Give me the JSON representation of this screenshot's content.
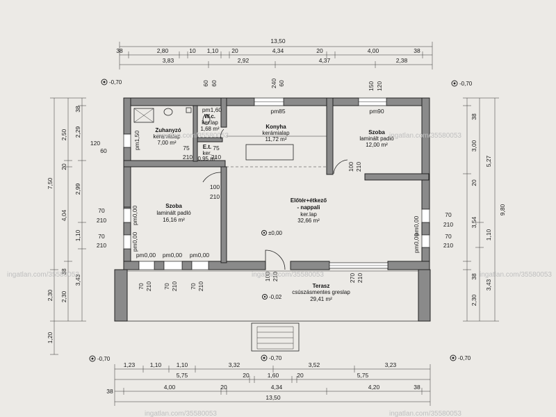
{
  "rooms": {
    "zuhanyzo": {
      "name": "Zuhanyzó",
      "floor": "kerámialap",
      "area": "7,00 m²"
    },
    "wc": {
      "name": "W.c.",
      "floor": "ker.lap",
      "area": "1,68 m²"
    },
    "et": {
      "name": "E.t.",
      "floor": "ker.",
      "area": "0,95 m²"
    },
    "konyha": {
      "name": "Konyha",
      "floor": "kerámialap",
      "area": "11,72 m²"
    },
    "szoba_ne": {
      "name": "Szoba",
      "floor": "laminált padló",
      "area": "12,00 m²"
    },
    "szoba_w": {
      "name": "Szoba",
      "floor": "laminált padló",
      "area": "16,16 m²"
    },
    "eloter": {
      "name": "Előtér+étkező",
      "name2": "- nappali",
      "floor": "ker.lap",
      "area": "32,66 m²"
    },
    "terasz": {
      "name": "Terasz",
      "floor": "csúszásmentes greslap",
      "area": "29,41 m²"
    }
  },
  "levels": {
    "nw": "-0,70",
    "ne": "-0,70",
    "sw": "-0,70",
    "s": "-0,70",
    "se": "-0,70",
    "zero": "±0,00",
    "terrace": "-0,02"
  },
  "top_dims": {
    "row1": [
      "13,50"
    ],
    "row2": [
      "38",
      "2,80",
      "10",
      "1,10",
      "20",
      "4,34",
      "20",
      "4,00",
      "38"
    ],
    "row3": [
      "3,83",
      "2,92",
      "4,37",
      "2,38"
    ]
  },
  "bottom_dims": {
    "row1": [
      "1,23",
      "1,10",
      "1,10",
      "3,32",
      "3,52",
      "3,23"
    ],
    "row2": [
      "5,75",
      "20",
      "1,60",
      "20",
      "5,75"
    ],
    "row3": [
      "38",
      "4,00",
      "20",
      "4,34",
      "4,20",
      "38"
    ],
    "row4": [
      "13,50"
    ]
  },
  "left_dims": {
    "outer": [
      "7,50",
      "2,30",
      "1,20"
    ],
    "mid": [
      "2,50",
      "20",
      "4,04",
      "38",
      "2,30"
    ],
    "inner": [
      "38",
      "2,29",
      "2,99",
      "1,10",
      "3,43"
    ]
  },
  "right_dims": {
    "outer": [
      "9,80"
    ],
    "mid": [
      "5,27",
      "1,10",
      "3,43"
    ],
    "inner": [
      "38",
      "3,00",
      "20",
      "3,54",
      "38",
      "2,30"
    ]
  },
  "openings": {
    "top_windows": [
      "240",
      "60",
      "60",
      "150",
      "120"
    ],
    "pm_top": [
      "pm1,60",
      "pm85",
      "pm90"
    ],
    "pm_left": [
      "pm1,50",
      "pm0,00",
      "pm0,00"
    ],
    "pm_right": [
      "pm0,00",
      "pm0,00"
    ],
    "pm_bottom": [
      "pm0,00",
      "pm0,00",
      "pm0,00"
    ],
    "left_win_a": [
      "120",
      "60"
    ],
    "left_win_b": [
      "70",
      "210"
    ],
    "left_win_c": [
      "70",
      "210"
    ],
    "right_win_a": [
      "70",
      "210"
    ],
    "right_win_b": [
      "70",
      "210"
    ],
    "door_et": [
      "75",
      "210"
    ],
    "door_wc": [
      "75",
      "210"
    ],
    "door_szoba_w": [
      "100",
      "210"
    ],
    "door_szoba_ne": [
      "100",
      "210"
    ],
    "bottom_doors": [
      "70",
      "210",
      "70",
      "210",
      "70",
      "210"
    ],
    "entry": [
      "100",
      "210"
    ],
    "terrace_door": [
      "270",
      "210"
    ]
  },
  "watermark": "ingatlan.com/35580053"
}
